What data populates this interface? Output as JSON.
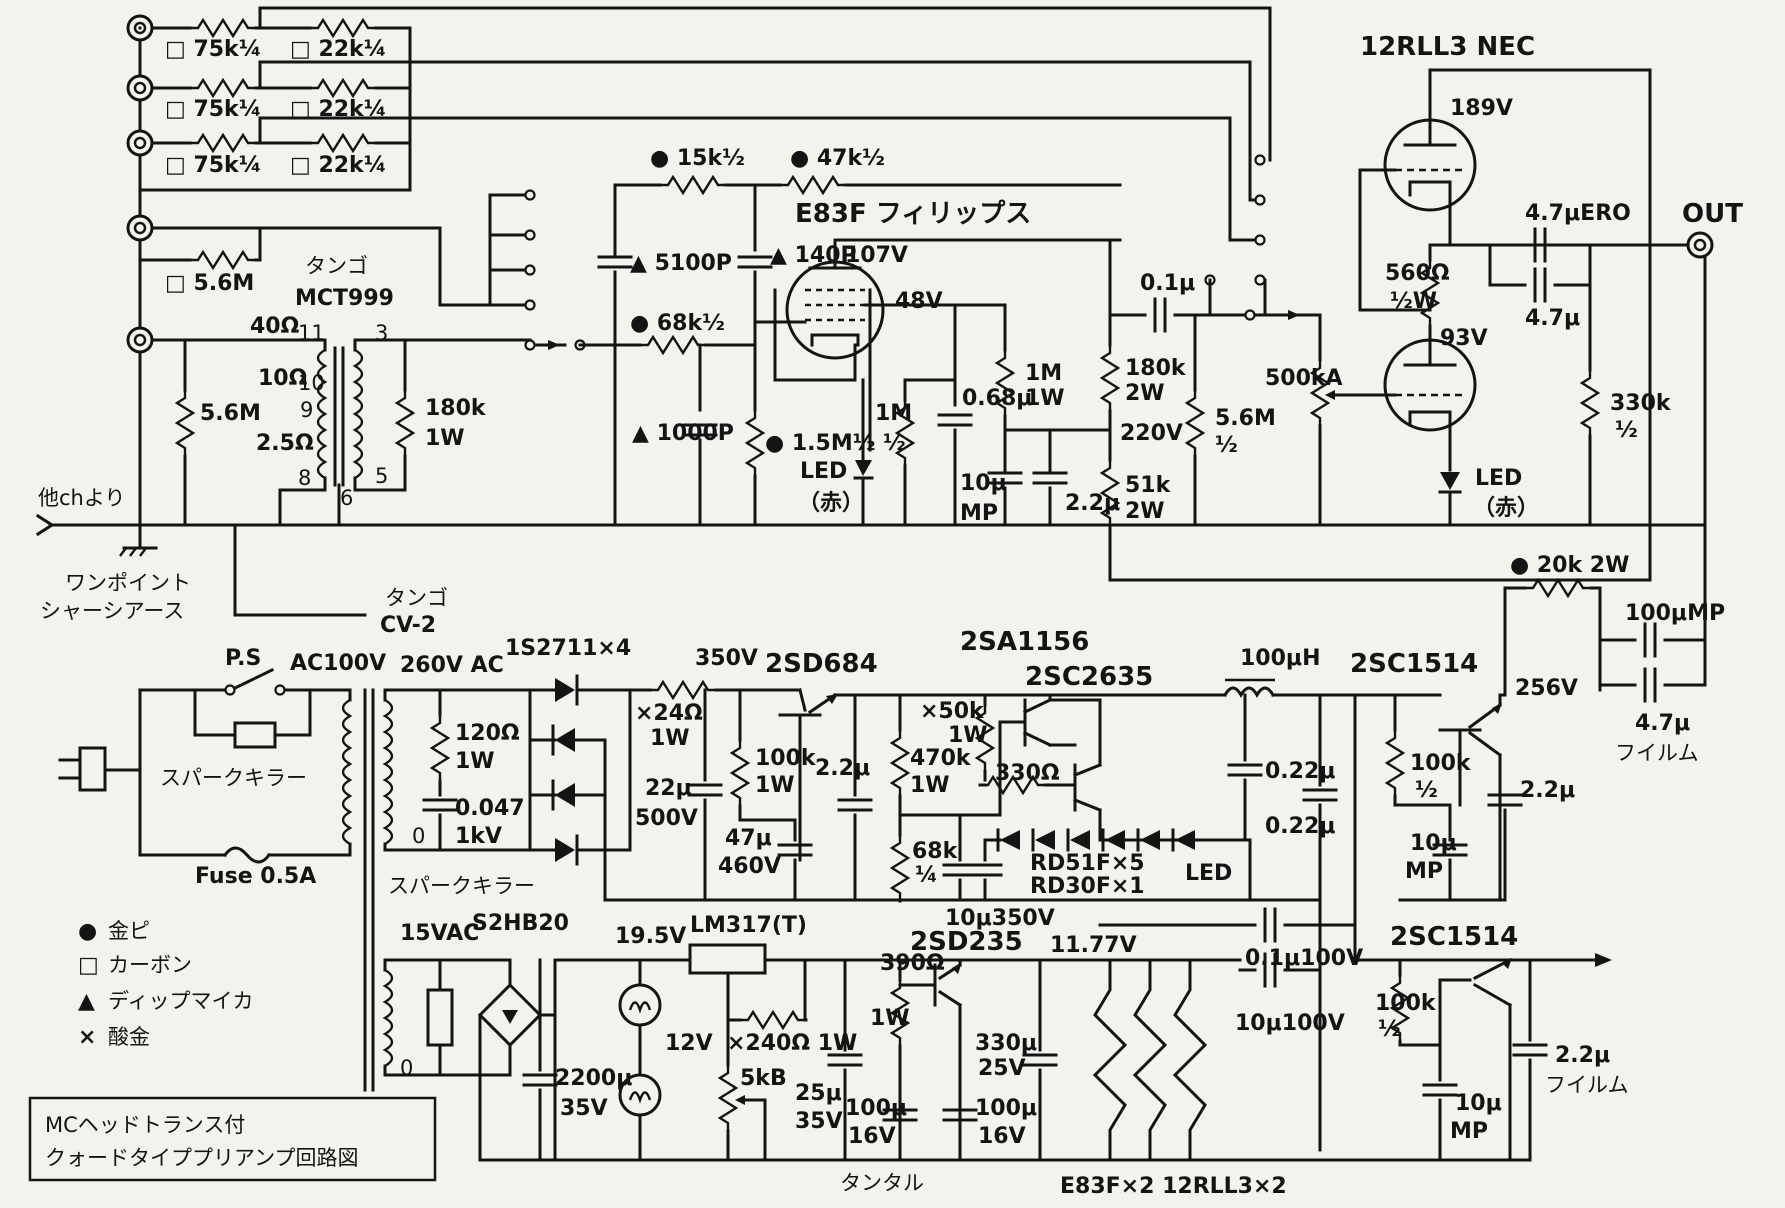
{
  "title_box": {
    "line1": "MCヘッドトランス付",
    "line2": "クォードタイププリアンプ回路図"
  },
  "legend": [
    {
      "symbol": "●",
      "label": "金ピ"
    },
    {
      "symbol": "□",
      "label": "カーボン"
    },
    {
      "symbol": "▲",
      "label": "ディップマイカ"
    },
    {
      "symbol": "×",
      "label": "酸金"
    }
  ],
  "tubes": {
    "triode": "12RLL3 NEC",
    "pentode": "E83F フィリップス"
  },
  "input_resistors": [
    {
      "a": "□ 75k¼",
      "b": "□ 22k¼"
    },
    {
      "a": "□ 75k¼",
      "b": "□ 22k¼"
    },
    {
      "a": "□ 75k¼",
      "b": "□ 22k¼"
    }
  ],
  "labels": {
    "r56m_top": "□ 5.6M",
    "tango": "タンゴ",
    "mct999": "MCT999",
    "ohm40": "40Ω",
    "pin11": "11",
    "pin10": "10",
    "pin9": "9",
    "pin8": "8",
    "pin6": "6",
    "pin3": "3",
    "pin5": "5",
    "ohm10": "10Ω",
    "ohm25": "2.5Ω",
    "r56m_left": "5.6M",
    "r180k_1w": "180k",
    "r180k_1w_b": "1W",
    "from_other": "他chより",
    "ground1": "ワンポイント",
    "ground2": "シャーシアース",
    "r15k": "● 15k½",
    "r47k": "● 47k½",
    "c5100": "▲ 5100P",
    "c140": "▲ 140P",
    "r68k": "● 68k½",
    "c1000": "▲ 1000P",
    "r15m": "● 1.5M½",
    "v107": "107V",
    "v48": "48V",
    "r1m": "1M",
    "r1m_b": "½",
    "c068": "0.68μ",
    "r1m1w": "1M",
    "r1m1w_b": "1W",
    "c10mp": "10μ",
    "c10mp_b": "MP",
    "c22u": "2.2μ",
    "led_red": "LED",
    "led_red_b": "（赤）",
    "c01": "0.1μ",
    "r180k2w": "180k",
    "r180k2w_b": "2W",
    "v220": "220V",
    "r51k": "51k",
    "r51k_b": "2W",
    "r56m_half": "5.6M",
    "r56m_half_b": "½",
    "pot500k": "500kA",
    "v189": "189V",
    "r560": "560Ω",
    "r560_b": "½W",
    "v93": "93V",
    "c47ero": "4.7μERO",
    "c47": "4.7μ",
    "out": "OUT",
    "r330k": "330k",
    "r330k_b": "½",
    "led2": "LED",
    "led2_b": "（赤）",
    "r20k": "● 20k 2W",
    "c100mp": "100μMP",
    "c47f": "4.7μ",
    "c47f_b": "フイルム",
    "tango_cv": "タンゴ",
    "cv2": "CV-2",
    "ps": "P.S",
    "ac100": "AC100V",
    "spark1": "スパークキラー",
    "fuse": "Fuse 0.5A",
    "v260": "260V AC",
    "r120": "120Ω",
    "r120_b": "1W",
    "c0047": "0.047",
    "c0047_b": "1kV",
    "zero1": "0",
    "diode4": "1S2711×4",
    "spark2": "スパークキラー",
    "v350": "350V",
    "r24": "×24Ω",
    "r24_b": "1W",
    "c22u500": "22μ",
    "c22u500_b": "500V",
    "tr_2sd684": "2SD684",
    "r100k1w": "100k",
    "r100k1w_b": "1W",
    "c47u460": "47μ",
    "c47u460_b": "460V",
    "c22": "2.2μ",
    "r470k": "470k",
    "r470k_b": "1W",
    "r68k14": "68k",
    "r68k14_b": "¼",
    "r50k": "×50k",
    "r50k_b": "1W",
    "tr_2sa1156": "2SA1156",
    "tr_2sc2635": "2SC2635",
    "r330": "330Ω",
    "zener": "RD51F×5",
    "zener2": "RD30F×1",
    "led3": "LED",
    "c10u350": "10μ350V",
    "l100": "100μH",
    "c022a": "0.22μ",
    "c022b": "0.22μ",
    "tr_2sc1514a": "2SC1514",
    "v256": "256V",
    "r100k12": "100k",
    "r100k12_b": "½",
    "c10mp2": "10μ",
    "c10mp2_b": "MP",
    "c22b": "2.2μ",
    "v15": "15VAC",
    "s2hb20": "S2HB20",
    "zero2": "0",
    "c2200": "2200μ",
    "c2200_b": "35V",
    "v195": "19.5V",
    "lm317": "LM317(T)",
    "lamp12v": "12V",
    "r240": "×240Ω 1W",
    "pot5k": "5kB",
    "c25": "25μ",
    "c25_b": "35V",
    "tr_2sd235": "2SD235",
    "v1177": "11.77V",
    "r390": "390Ω",
    "r390_b": "1W",
    "c330": "330μ",
    "c330_b": "25V",
    "c100a": "100μ",
    "c100a_b": "16V",
    "c100b": "100μ",
    "c100b_b": "16V",
    "tantal": "タンタル",
    "heaters": "E83F×2  12RLL3×2",
    "c01u100": "0.1μ100V",
    "c10u100": "10μ100V",
    "tr_2sc1514b": "2SC1514",
    "r100k12b": "100k",
    "r100k12b_b": "½",
    "c10mp3": "10μ",
    "c10mp3_b": "MP",
    "c22f": "2.2μ",
    "c22f_b": "フイルム"
  },
  "colors": {
    "ink": "#141414",
    "paper": "#f4f2ed"
  }
}
